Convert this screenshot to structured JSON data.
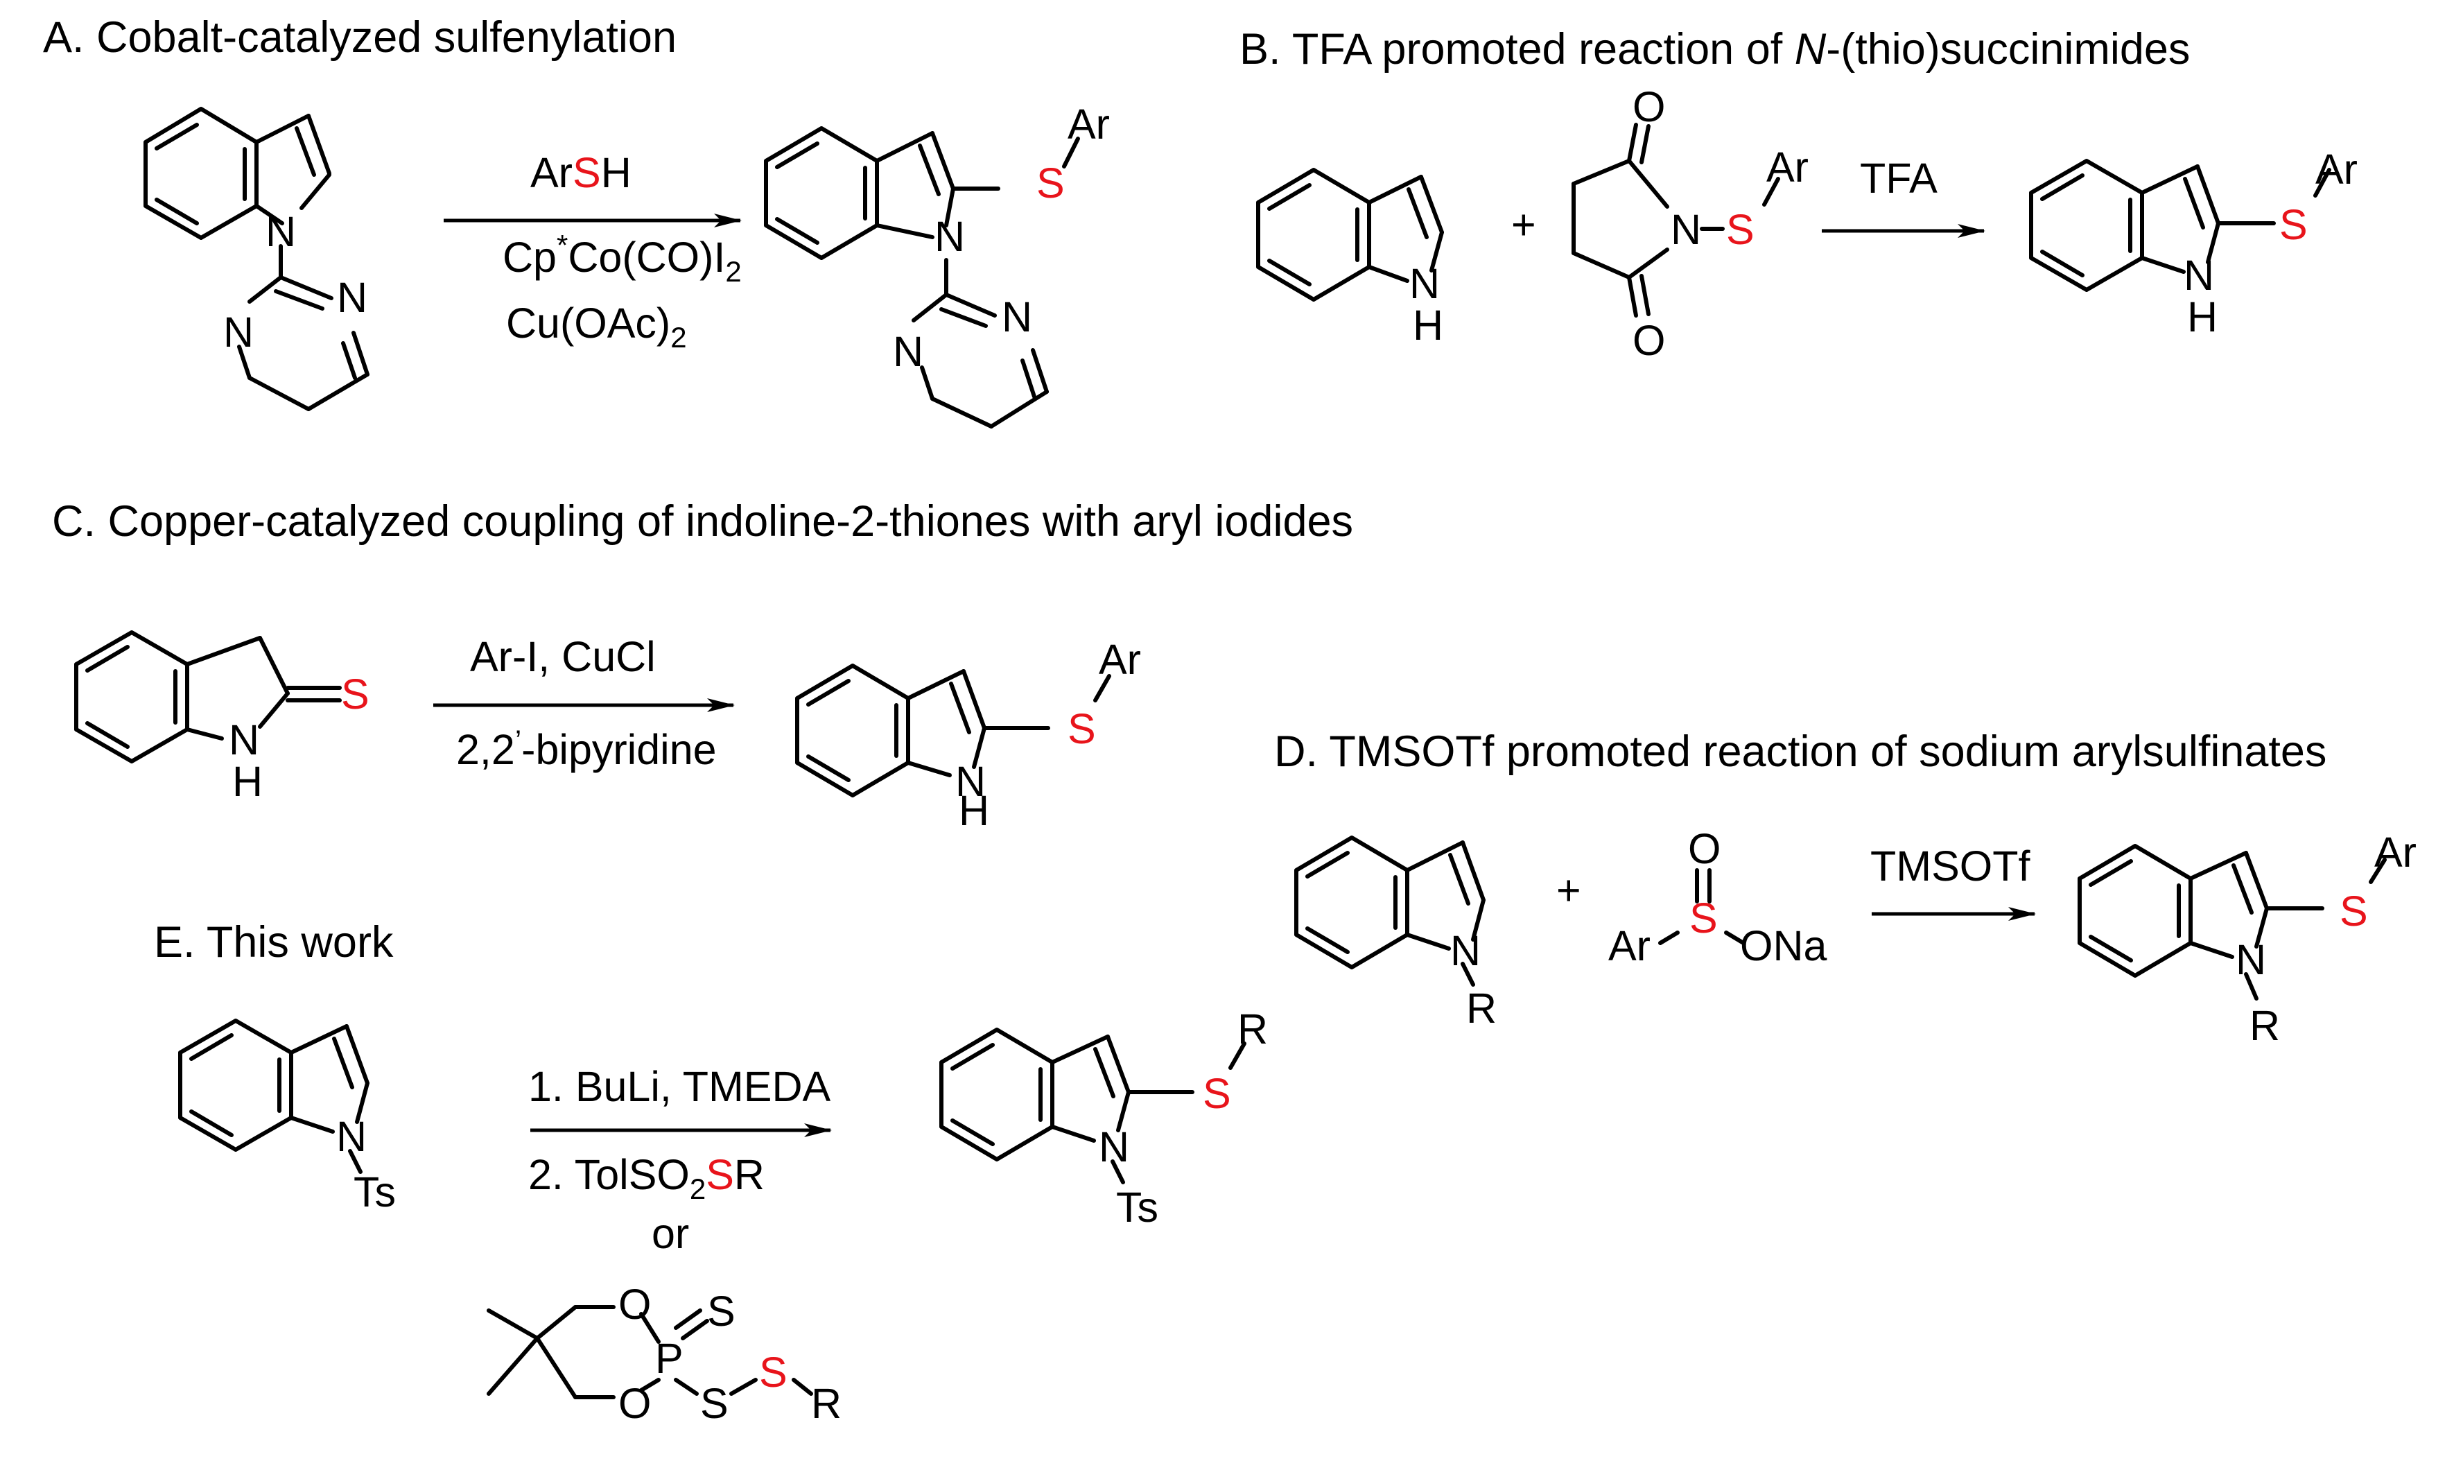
{
  "colors": {
    "heteroatom_highlight": "#e8141b",
    "ink": "#000000",
    "background": "#ffffff"
  },
  "panel_a": {
    "title": "A. Cobalt-catalyzed sulfenylation",
    "reagent1_pre": "Ar",
    "reagent1_s": "S",
    "reagent1_post": "H",
    "reagent2": "Cp",
    "reagent2_star": "*",
    "reagent2_rest": "Co(CO)I",
    "reagent2_sub": "2",
    "reagent3": "Cu(OAc)",
    "reagent3_sub": "2",
    "atom_n": "N",
    "atom_s": "S",
    "group_ar": "Ar"
  },
  "panel_b": {
    "title_pre": "B. TFA promoted reaction of ",
    "title_italic": "N",
    "title_post": "-(thio)succinimides",
    "plus": "+",
    "reagent": "TFA",
    "atom_n": "N",
    "atom_h": "H",
    "atom_o": "O",
    "atom_s": "S",
    "group_ar": "Ar"
  },
  "panel_c": {
    "title": "C. Copper-catalyzed coupling of indoline-2-thiones with aryl iodides",
    "reagent1": "Ar-I, CuCl",
    "reagent2_pre": "2,2",
    "reagent2_prime": "’",
    "reagent2_post": "-bipyridine",
    "atom_n": "N",
    "atom_h": "H",
    "atom_s": "S",
    "group_ar": "Ar"
  },
  "panel_d": {
    "title": "D. TMSOTf promoted reaction of sodium arylsulfinates",
    "plus": "+",
    "reagent": "TMSOTf",
    "atom_n": "N",
    "group_r": "R",
    "atom_o": "O",
    "atom_s": "S",
    "group_ona": "ONa",
    "group_ar": "Ar"
  },
  "panel_e": {
    "title": "E. This work",
    "step1": "1. BuLi, TMEDA",
    "step2_pre": "2. TolSO",
    "step2_sub": "2",
    "step2_s": "S",
    "step2_post": "R",
    "or": "or",
    "atom_n": "N",
    "group_ts": "Ts",
    "atom_s": "S",
    "group_r": "R",
    "atom_o": "O",
    "atom_p": "P"
  }
}
